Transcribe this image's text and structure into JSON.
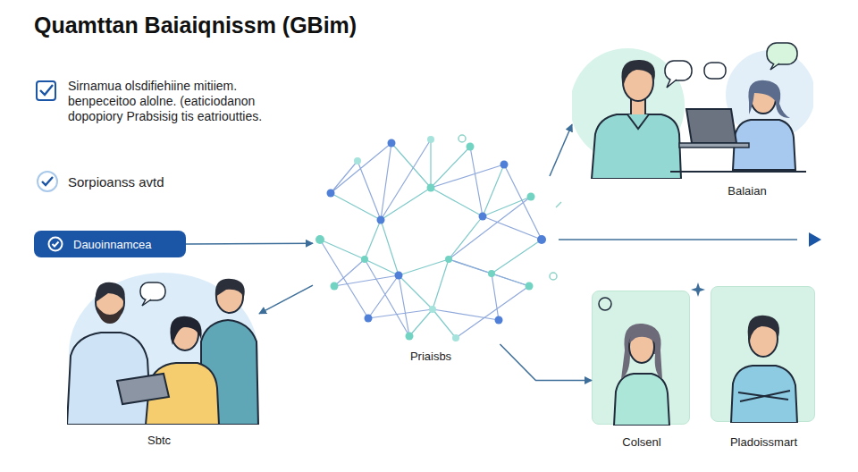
{
  "diagram": {
    "title": "Quamttan Baiaiqnissm (GBim)",
    "nodes": [
      {
        "text": [
          "Balaian"
        ]
      },
      {
        "text": [
          "Dauoinnamcea"
        ]
      },
      {
        "text": [
          "Priaisbs"
        ]
      },
      {
        "text": [
          "Sbtc"
        ]
      },
      {
        "text": [
          "Colsenl"
        ]
      },
      {
        "text": [
          "Pladoissmart"
        ]
      }
    ],
    "edges": [
      {
        "from": 1,
        "to": 2,
        "arrow": "to"
      },
      {
        "from": 2,
        "to": 0,
        "arrow": "to"
      },
      {
        "from": 2,
        "to": 3,
        "arrow": "to"
      },
      {
        "from": 2,
        "to": 4,
        "arrow": "to"
      }
    ],
    "labels": [
      "Sirnamua olsdifiehiine mitiiem. benpeceitoo alolne. (eaticiodanon dopopiory Prabsisig tis eatrioutties.",
      "Sorpioanss avtd"
    ]
  }
}
